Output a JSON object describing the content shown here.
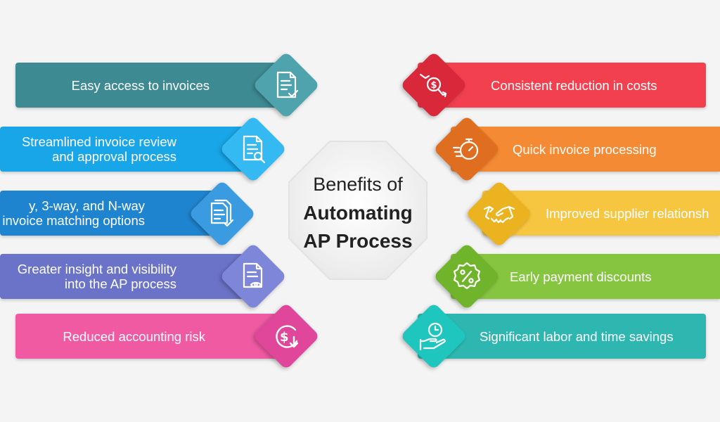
{
  "center": {
    "line1": "Benefits of",
    "line2": "Automating",
    "line3": "AP Process"
  },
  "left_items": [
    {
      "label": "Easy access to invoices",
      "color": "#3e8a93",
      "diamond": "#4fa3ad",
      "icon": "invoice-check-icon"
    },
    {
      "label": "Streamlined invoice review and approval process",
      "color": "#18a6e8",
      "diamond": "#34b9f2",
      "icon": "invoice-search-icon"
    },
    {
      "label": "y, 3-way, and N-way invoice matching options",
      "color": "#1f84cf",
      "diamond": "#3b9be0",
      "icon": "documents-check-icon"
    },
    {
      "label": "Greater insight and visibility into the AP process",
      "color": "#6a73c7",
      "diamond": "#7e86da",
      "icon": "document-eye-icon"
    },
    {
      "label": "Reduced accounting risk",
      "color": "#ef5aa3",
      "diamond": "#e0479a",
      "icon": "dollar-down-icon"
    }
  ],
  "right_items": [
    {
      "label": "Consistent reduction in costs",
      "color": "#f2404f",
      "diamond": "#d8283a",
      "icon": "dollar-trend-down-icon"
    },
    {
      "label": "Quick invoice processing",
      "color": "#f58a34",
      "diamond": "#e06e20",
      "icon": "fast-timer-icon"
    },
    {
      "label": "Improved supplier relationsh",
      "color": "#f7c640",
      "diamond": "#ebb320",
      "icon": "handshake-icon"
    },
    {
      "label": "Early payment discounts",
      "color": "#86c540",
      "diamond": "#6fb42a",
      "icon": "percent-badge-icon"
    },
    {
      "label": "Significant labor and time savings",
      "color": "#2eb7b0",
      "diamond": "#1fc6bd",
      "icon": "hand-clock-icon"
    }
  ]
}
